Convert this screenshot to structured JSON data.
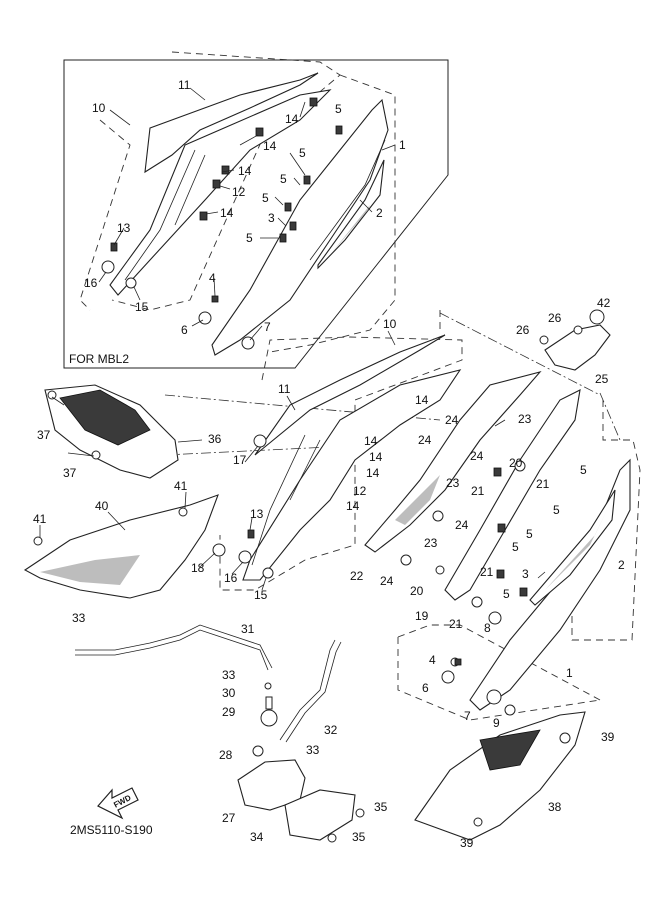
{
  "diagram": {
    "inset_note": "FOR MBL2",
    "drawing_code": "2MS5110-S190",
    "fwd_label": "FWD",
    "callouts": {
      "inset": {
        "c1": "1",
        "c2": "2",
        "c3": "3",
        "c4": "4",
        "c5a": "5",
        "c5b": "5",
        "c5c": "5",
        "c5d": "5",
        "c6": "6",
        "c7": "7",
        "c10": "10",
        "c11": "11",
        "c12": "12",
        "c13": "13",
        "c14a": "14",
        "c14b": "14",
        "c14c": "14",
        "c14d": "14",
        "c15": "15",
        "c16": "16"
      },
      "main": {
        "c1": "1",
        "c2": "2",
        "c3": "3",
        "c4": "4",
        "c5a": "5",
        "c5b": "5",
        "c5c": "5",
        "c5d": "5",
        "c6": "6",
        "c7": "7",
        "c8": "8",
        "c9": "9",
        "c10": "10",
        "c11": "11",
        "c12": "12",
        "c13": "13",
        "c14a": "14",
        "c14b": "14",
        "c14c": "14",
        "c14d": "14",
        "c14e": "14",
        "c15": "15",
        "c16": "16",
        "c17": "17",
        "c18": "18",
        "c19": "19",
        "c20a": "20",
        "c20b": "20",
        "c21a": "21",
        "c21b": "21",
        "c21c": "21",
        "c21d": "21",
        "c22": "22",
        "c23a": "23",
        "c23b": "23",
        "c23c": "23",
        "c24a": "24",
        "c24b": "24",
        "c24c": "24",
        "c24d": "24",
        "c25": "25",
        "c26a": "26",
        "c26b": "26",
        "c27": "27",
        "c28": "28",
        "c29": "29",
        "c30": "30",
        "c31": "31",
        "c32": "32",
        "c33a": "33",
        "c33b": "33",
        "c33c": "33",
        "c34": "34",
        "c35a": "35",
        "c35b": "35",
        "c36": "36",
        "c37a": "37",
        "c37b": "37",
        "c38": "38",
        "c39a": "39",
        "c39b": "39",
        "c40": "40",
        "c41a": "41",
        "c41b": "41",
        "c42": "42"
      }
    }
  }
}
